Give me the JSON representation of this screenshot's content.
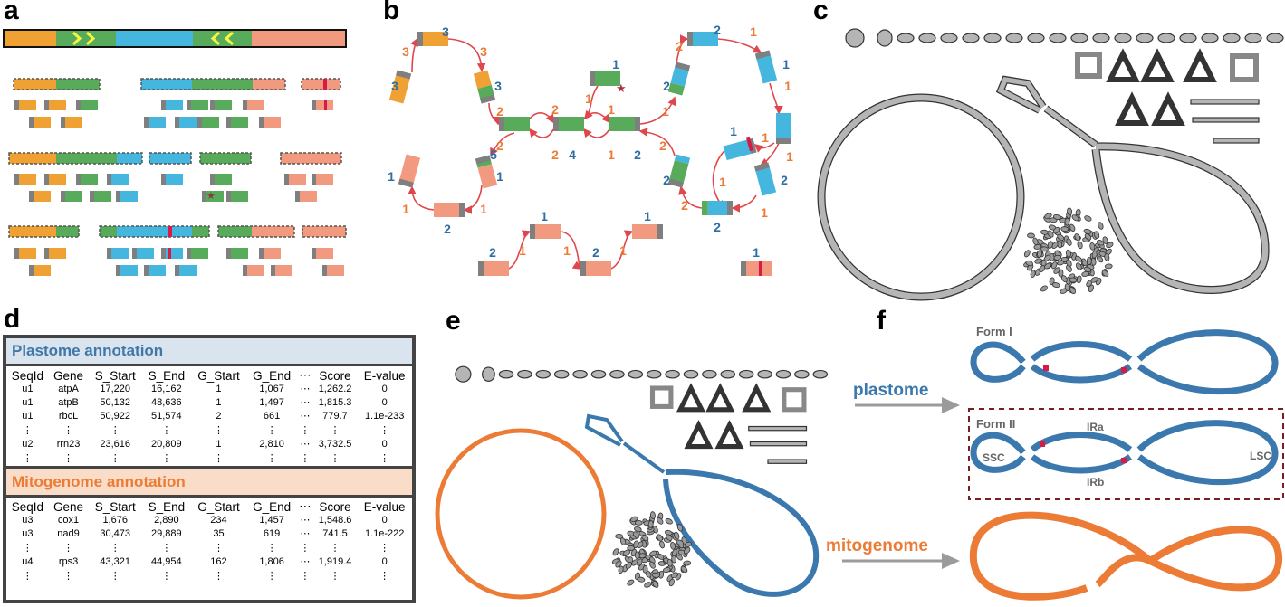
{
  "panels": {
    "a": {
      "label": "a"
    },
    "b": {
      "label": "b"
    },
    "c": {
      "label": "c"
    },
    "d": {
      "label": "d"
    },
    "e": {
      "label": "e"
    },
    "f": {
      "label": "f"
    }
  },
  "colors": {
    "orange_segment": "#f0a133",
    "green_segment": "#58ab5a",
    "blue_segment": "#45b6de",
    "salmon_segment": "#f29a80",
    "gray_cap": "#7f7f7f",
    "red_mark": "#d81b45",
    "arrow_red": "#e0474c",
    "edge_count_orange": "#ec7b36",
    "node_count_blue": "#2f6ea3",
    "plastome_blue": "#3a78ad",
    "mitogenome_orange": "#ec7b36",
    "graph_gray": "#b5b5b5"
  },
  "panel_b": {
    "node_counts": [
      "3",
      "3",
      "3",
      "5",
      "4",
      "2",
      "1",
      "2",
      "2",
      "1",
      "2",
      "1",
      "2",
      "2",
      "2",
      "1",
      "1",
      "2",
      "2",
      "1",
      "2",
      "1",
      "1"
    ],
    "edge_counts": [
      "3",
      "3",
      "2",
      "2",
      "2",
      "2",
      "1",
      "1",
      "1",
      "1",
      "2",
      "1",
      "1",
      "1",
      "1",
      "1",
      "1",
      "2",
      "2",
      "1",
      "1",
      "1",
      "1",
      "1"
    ]
  },
  "table": {
    "plastome": {
      "title": "Plastome annotation",
      "columns": [
        "SeqId",
        "Gene",
        "S_Start",
        "S_End",
        "G_Start",
        "G_End",
        "⋯",
        "Score",
        "E-value"
      ],
      "rows": [
        [
          "u1",
          "atpA",
          "17,220",
          "16,162",
          "1",
          "1,067",
          "⋯",
          "1,262.2",
          "0"
        ],
        [
          "u1",
          "atpB",
          "50,132",
          "48,636",
          "1",
          "1,497",
          "⋯",
          "1,815.3",
          "0"
        ],
        [
          "u1",
          "rbcL",
          "50,922",
          "51,574",
          "2",
          "661",
          "⋯",
          "779.7",
          "1.1e-233"
        ],
        [
          "⋮",
          "⋮",
          "⋮",
          "⋮",
          "⋮",
          "⋮",
          "⋮",
          "⋮",
          "⋮"
        ],
        [
          "u2",
          "rrn23",
          "23,616",
          "20,809",
          "1",
          "2,810",
          "⋯",
          "3,732.5",
          "0"
        ],
        [
          "⋮",
          "⋮",
          "⋮",
          "⋮",
          "⋮",
          "⋮",
          "⋮",
          "⋮",
          "⋮"
        ]
      ]
    },
    "mitogenome": {
      "title": "Mitogenome annotation",
      "columns": [
        "SeqId",
        "Gene",
        "S_Start",
        "S_End",
        "G_Start",
        "G_End",
        "⋯",
        "Score",
        "E-value"
      ],
      "rows": [
        [
          "u3",
          "cox1",
          "1,676",
          "2,890",
          "234",
          "1,457",
          "⋯",
          "1,548.6",
          "0"
        ],
        [
          "u3",
          "nad9",
          "30,473",
          "29,889",
          "35",
          "619",
          "⋯",
          "741.5",
          "1.1e-222"
        ],
        [
          "⋮",
          "⋮",
          "⋮",
          "⋮",
          "⋮",
          "⋮",
          "⋮",
          "⋮",
          "⋮"
        ],
        [
          "u4",
          "rps3",
          "43,321",
          "44,954",
          "162",
          "1,806",
          "⋯",
          "1,919.4",
          "0"
        ],
        [
          "⋮",
          "⋮",
          "⋮",
          "⋮",
          "⋮",
          "⋮",
          "⋮",
          "⋮",
          "⋮"
        ]
      ]
    }
  },
  "panel_f": {
    "plastome_label": "plastome",
    "mitogenome_label": "mitogenome",
    "form1_label": "Form I",
    "form2_label": "Form II",
    "region_labels": {
      "ssc": "SSC",
      "lsc": "LSC",
      "ira": "IRa",
      "irb": "IRb"
    }
  }
}
